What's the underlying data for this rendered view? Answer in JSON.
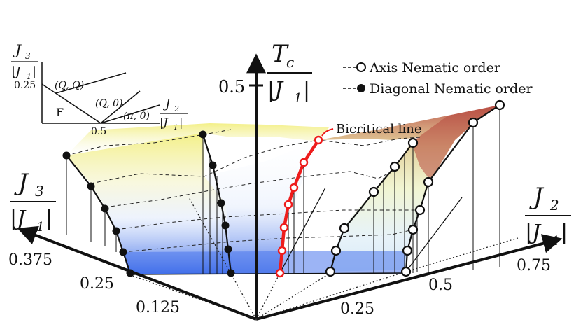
{
  "axes": {
    "tc_symbol": "T",
    "tc_sub": "c",
    "j1_denominator": "|J",
    "j1_sub": "1",
    "j2_symbol": "J",
    "j2_sub": "2",
    "j3_symbol": "J",
    "j3_sub": "3",
    "bar_close": "|",
    "tc_tick": "0.5",
    "j2_ticks": [
      "0.25",
      "0.5",
      "0.75"
    ],
    "j3_ticks": [
      "0.125",
      "0.25",
      "0.375"
    ]
  },
  "legend": {
    "axis": "Axis Nematic order",
    "diagonal": "Diagonal Nematic order"
  },
  "annotations": {
    "bicritical": "Bicritical line"
  },
  "inset": {
    "y_tick": "0.25",
    "x_tick": "0.5",
    "region_f": "F",
    "region_qq": "(Q, Q)",
    "region_q0": "(Q, 0)",
    "region_pi0": "(π, 0)"
  },
  "colors": {
    "bicritical": "#ee1c1c",
    "axis_marker_fill": "#ffffff",
    "diagonal_marker_fill": "#111111",
    "surface_base": "#3f6fe8",
    "surface_top_left": "#f1ee7a",
    "surface_top_right": "#b84a3f"
  }
}
